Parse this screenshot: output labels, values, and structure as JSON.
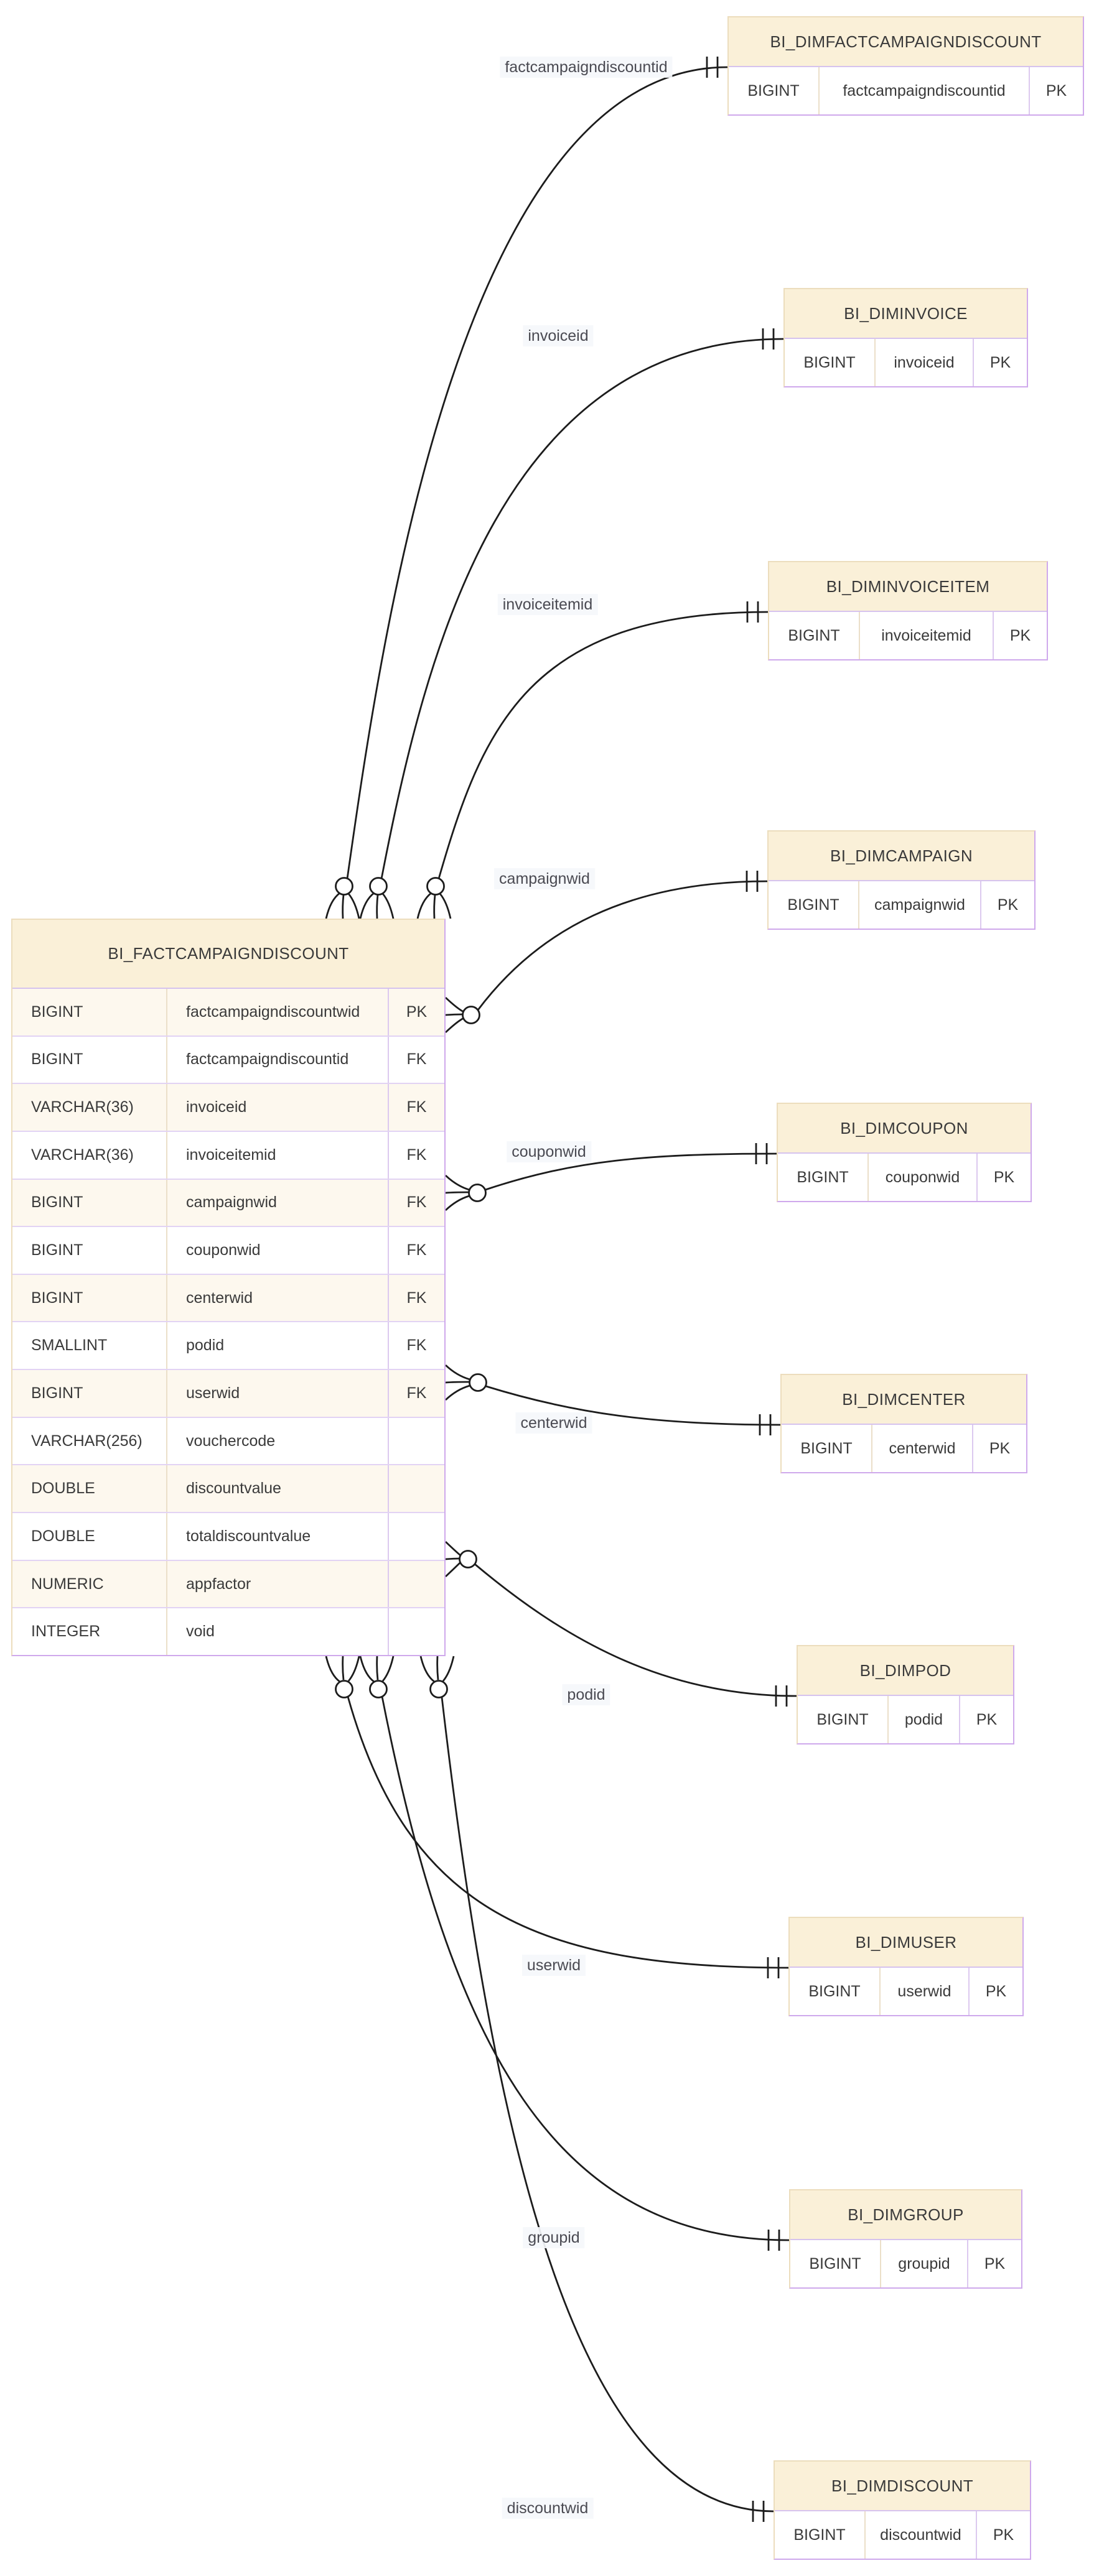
{
  "fact_table": {
    "title": "BI_FACTCAMPAIGNDISCOUNT",
    "columns": [
      {
        "type": "BIGINT",
        "name": "factcampaigndiscountwid",
        "key": "PK"
      },
      {
        "type": "BIGINT",
        "name": "factcampaigndiscountid",
        "key": "FK"
      },
      {
        "type": "VARCHAR(36)",
        "name": "invoiceid",
        "key": "FK"
      },
      {
        "type": "VARCHAR(36)",
        "name": "invoiceitemid",
        "key": "FK"
      },
      {
        "type": "BIGINT",
        "name": "campaignwid",
        "key": "FK"
      },
      {
        "type": "BIGINT",
        "name": "couponwid",
        "key": "FK"
      },
      {
        "type": "BIGINT",
        "name": "centerwid",
        "key": "FK"
      },
      {
        "type": "SMALLINT",
        "name": "podid",
        "key": "FK"
      },
      {
        "type": "BIGINT",
        "name": "userwid",
        "key": "FK"
      },
      {
        "type": "VARCHAR(256)",
        "name": "vouchercode",
        "key": ""
      },
      {
        "type": "DOUBLE",
        "name": "discountvalue",
        "key": ""
      },
      {
        "type": "DOUBLE",
        "name": "totaldiscountvalue",
        "key": ""
      },
      {
        "type": "NUMERIC",
        "name": "appfactor",
        "key": ""
      },
      {
        "type": "INTEGER",
        "name": "void",
        "key": ""
      }
    ]
  },
  "dim_tables": [
    {
      "title": "BI_DIMFACTCAMPAIGNDISCOUNT",
      "columns": [
        {
          "type": "BIGINT",
          "name": "factcampaigndiscountid",
          "key": "PK"
        }
      ]
    },
    {
      "title": "BI_DIMINVOICE",
      "columns": [
        {
          "type": "BIGINT",
          "name": "invoiceid",
          "key": "PK"
        }
      ]
    },
    {
      "title": "BI_DIMINVOICEITEM",
      "columns": [
        {
          "type": "BIGINT",
          "name": "invoiceitemid",
          "key": "PK"
        }
      ]
    },
    {
      "title": "BI_DIMCAMPAIGN",
      "columns": [
        {
          "type": "BIGINT",
          "name": "campaignwid",
          "key": "PK"
        }
      ]
    },
    {
      "title": "BI_DIMCOUPON",
      "columns": [
        {
          "type": "BIGINT",
          "name": "couponwid",
          "key": "PK"
        }
      ]
    },
    {
      "title": "BI_DIMCENTER",
      "columns": [
        {
          "type": "BIGINT",
          "name": "centerwid",
          "key": "PK"
        }
      ]
    },
    {
      "title": "BI_DIMPOD",
      "columns": [
        {
          "type": "BIGINT",
          "name": "podid",
          "key": "PK"
        }
      ]
    },
    {
      "title": "BI_DIMUSER",
      "columns": [
        {
          "type": "BIGINT",
          "name": "userwid",
          "key": "PK"
        }
      ]
    },
    {
      "title": "BI_DIMGROUP",
      "columns": [
        {
          "type": "BIGINT",
          "name": "groupid",
          "key": "PK"
        }
      ]
    },
    {
      "title": "BI_DIMDISCOUNT",
      "columns": [
        {
          "type": "BIGINT",
          "name": "discountwid",
          "key": "PK"
        }
      ]
    }
  ],
  "relationships": [
    {
      "label": "factcampaigndiscountid",
      "from": "BI_FACTCAMPAIGNDISCOUNT",
      "to": "BI_DIMFACTCAMPAIGNDISCOUNT",
      "from_cardinality": "zero-or-many",
      "to_cardinality": "exactly-one"
    },
    {
      "label": "invoiceid",
      "from": "BI_FACTCAMPAIGNDISCOUNT",
      "to": "BI_DIMINVOICE",
      "from_cardinality": "zero-or-many",
      "to_cardinality": "exactly-one"
    },
    {
      "label": "invoiceitemid",
      "from": "BI_FACTCAMPAIGNDISCOUNT",
      "to": "BI_DIMINVOICEITEM",
      "from_cardinality": "zero-or-many",
      "to_cardinality": "exactly-one"
    },
    {
      "label": "campaignwid",
      "from": "BI_FACTCAMPAIGNDISCOUNT",
      "to": "BI_DIMCAMPAIGN",
      "from_cardinality": "zero-or-many",
      "to_cardinality": "exactly-one"
    },
    {
      "label": "couponwid",
      "from": "BI_FACTCAMPAIGNDISCOUNT",
      "to": "BI_DIMCOUPON",
      "from_cardinality": "zero-or-many",
      "to_cardinality": "exactly-one"
    },
    {
      "label": "centerwid",
      "from": "BI_FACTCAMPAIGNDISCOUNT",
      "to": "BI_DIMCENTER",
      "from_cardinality": "zero-or-many",
      "to_cardinality": "exactly-one"
    },
    {
      "label": "podid",
      "from": "BI_FACTCAMPAIGNDISCOUNT",
      "to": "BI_DIMPOD",
      "from_cardinality": "zero-or-many",
      "to_cardinality": "exactly-one"
    },
    {
      "label": "userwid",
      "from": "BI_FACTCAMPAIGNDISCOUNT",
      "to": "BI_DIMUSER",
      "from_cardinality": "zero-or-many",
      "to_cardinality": "exactly-one"
    },
    {
      "label": "groupid",
      "from": "BI_FACTCAMPAIGNDISCOUNT",
      "to": "BI_DIMGROUP",
      "from_cardinality": "zero-or-many",
      "to_cardinality": "exactly-one"
    },
    {
      "label": "discountwid",
      "from": "BI_FACTCAMPAIGNDISCOUNT",
      "to": "BI_DIMDISCOUNT",
      "from_cardinality": "zero-or-many",
      "to_cardinality": "exactly-one"
    }
  ],
  "colors": {
    "header_fill": "#faf0d8",
    "alt_row_fill": "#fdf8ee",
    "border_cream": "#ecddbd",
    "border_lavender": "#cfa9ec",
    "wire": "#1c1c1c",
    "text": "#3a3a3a"
  }
}
